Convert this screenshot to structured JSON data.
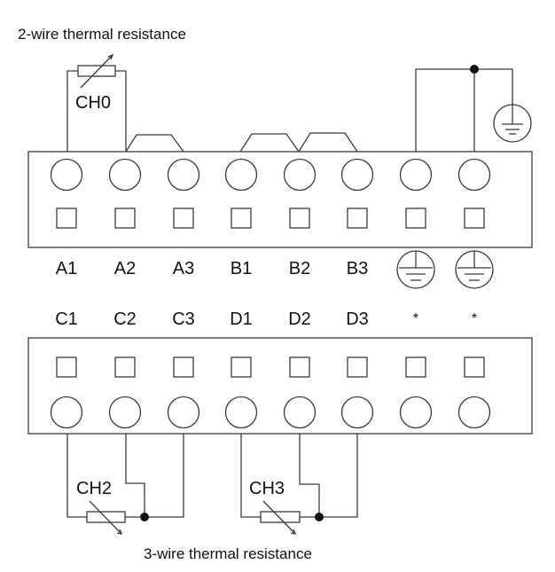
{
  "titles": {
    "top": "2-wire thermal resistance",
    "bottom": "3-wire thermal resistance"
  },
  "channels": {
    "ch0": "CH0",
    "ch2": "CH2",
    "ch3": "CH3"
  },
  "upper_block": {
    "labels": [
      "A1",
      "A2",
      "A3",
      "B1",
      "B2",
      "B3",
      "ground-icon",
      "ground-icon"
    ]
  },
  "lower_block": {
    "labels": [
      "C1",
      "C2",
      "C3",
      "D1",
      "D2",
      "D3",
      "*",
      "*"
    ]
  }
}
